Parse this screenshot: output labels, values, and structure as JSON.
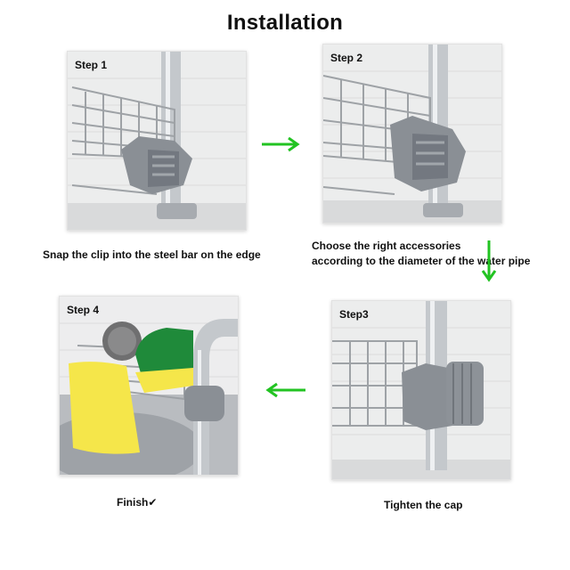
{
  "title": "Installation",
  "steps": [
    {
      "label": "Step 1",
      "caption": "Snap the clip into the steel bar on the edge"
    },
    {
      "label": "Step 2",
      "caption_line1": "Choose the right accessories",
      "caption_line2": "according to the diameter of the water pipe"
    },
    {
      "label": "Step3",
      "caption": "Tighten the cap"
    },
    {
      "label": "Step 4",
      "caption": "Finish✔"
    }
  ],
  "colors": {
    "arrow": "#22c322",
    "clip": "#8a8f95",
    "chrome": "#c7cbd0",
    "sponge_yellow": "#f5e64a",
    "sponge_green": "#1f8a3a"
  }
}
